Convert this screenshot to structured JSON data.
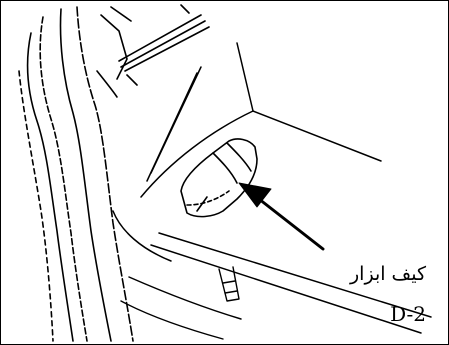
{
  "figure": {
    "callout_label": "کیف ابزار",
    "figure_id": "D-2",
    "stroke_color": "#000000",
    "background_color": "#ffffff"
  },
  "illustration": {
    "subject_icons": [
      "car-trunk-line-drawing",
      "tool-bag-icon",
      "pointer-arrow-icon"
    ]
  }
}
